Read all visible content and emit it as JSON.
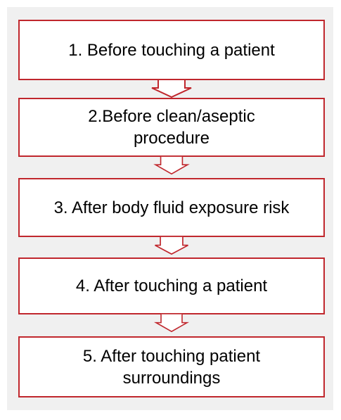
{
  "colors": {
    "border": "#c0272d",
    "background": "#f0f0f0",
    "box_fill": "#ffffff",
    "text": "#000000"
  },
  "steps": [
    {
      "label": "1. Before touching a patient"
    },
    {
      "label": "2.Before clean/aseptic\nprocedure"
    },
    {
      "label": "3. After body fluid exposure risk"
    },
    {
      "label": "4. After touching a patient"
    },
    {
      "label": "5. After touching patient\nsurroundings"
    }
  ],
  "connectors": [
    {
      "icon": "down-arrow-icon"
    },
    {
      "icon": "down-arrow-icon"
    },
    {
      "icon": "down-arrow-icon"
    },
    {
      "icon": "down-arrow-icon"
    }
  ]
}
